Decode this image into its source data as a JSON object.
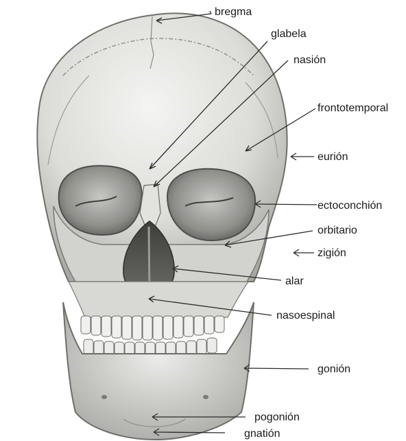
{
  "diagram": {
    "labels": {
      "bregma": "bregma",
      "glabela": "glabela",
      "nasion": "nasión",
      "frontotemporal": "frontotemporal",
      "eurion": "eurión",
      "ectoconchion": "ectoconchión",
      "orbitario": "orbitario",
      "zigion": "zigión",
      "alar": "alar",
      "nasoespinal": "nasoespinal",
      "gonion": "gonión",
      "pogonion": "pogonión",
      "gnation": "gnatión"
    }
  }
}
